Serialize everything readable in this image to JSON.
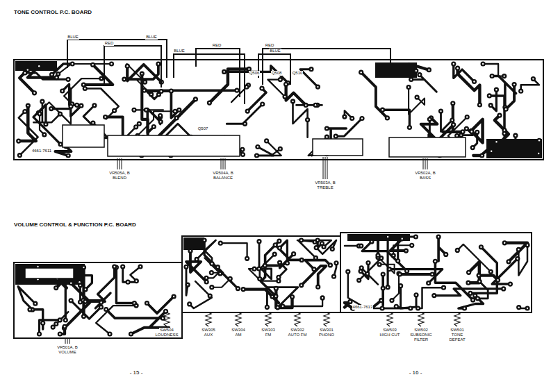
{
  "diagram": {
    "nodes": [
      {
        "text": [
          "TONE CONTROL P.C. BOARD"
        ]
      },
      {
        "text": [
          "VOLUME CONTROL & FUNCTION P.C. BOARD"
        ]
      }
    ],
    "labels": [
      "BLUE",
      "BLUE",
      "RED",
      "RED",
      "BLUE",
      "RED",
      "BLUE",
      "Q506",
      "Q508",
      "Q510",
      "Q507",
      "4661-7611",
      "VR505A, B",
      "BLEND",
      "VR504A, B",
      "BALANCE",
      "VR503A, B",
      "TREBLE",
      "VR502A, B",
      "BASS",
      "VR501A, B",
      "VOLUME",
      "SW504",
      "LOUDNESS",
      "SW305",
      "AUX",
      "SW304",
      "AM",
      "SW303",
      "FM",
      "SW302",
      "AUTO FM",
      "SW301",
      "PHONO",
      "SW503",
      "HIGH CUT",
      "SW502",
      "SUBSONIC FILTER",
      "SW501",
      "TONE DEFEAT",
      "4661-7613",
      "- 15 -",
      "- 16 -"
    ]
  }
}
